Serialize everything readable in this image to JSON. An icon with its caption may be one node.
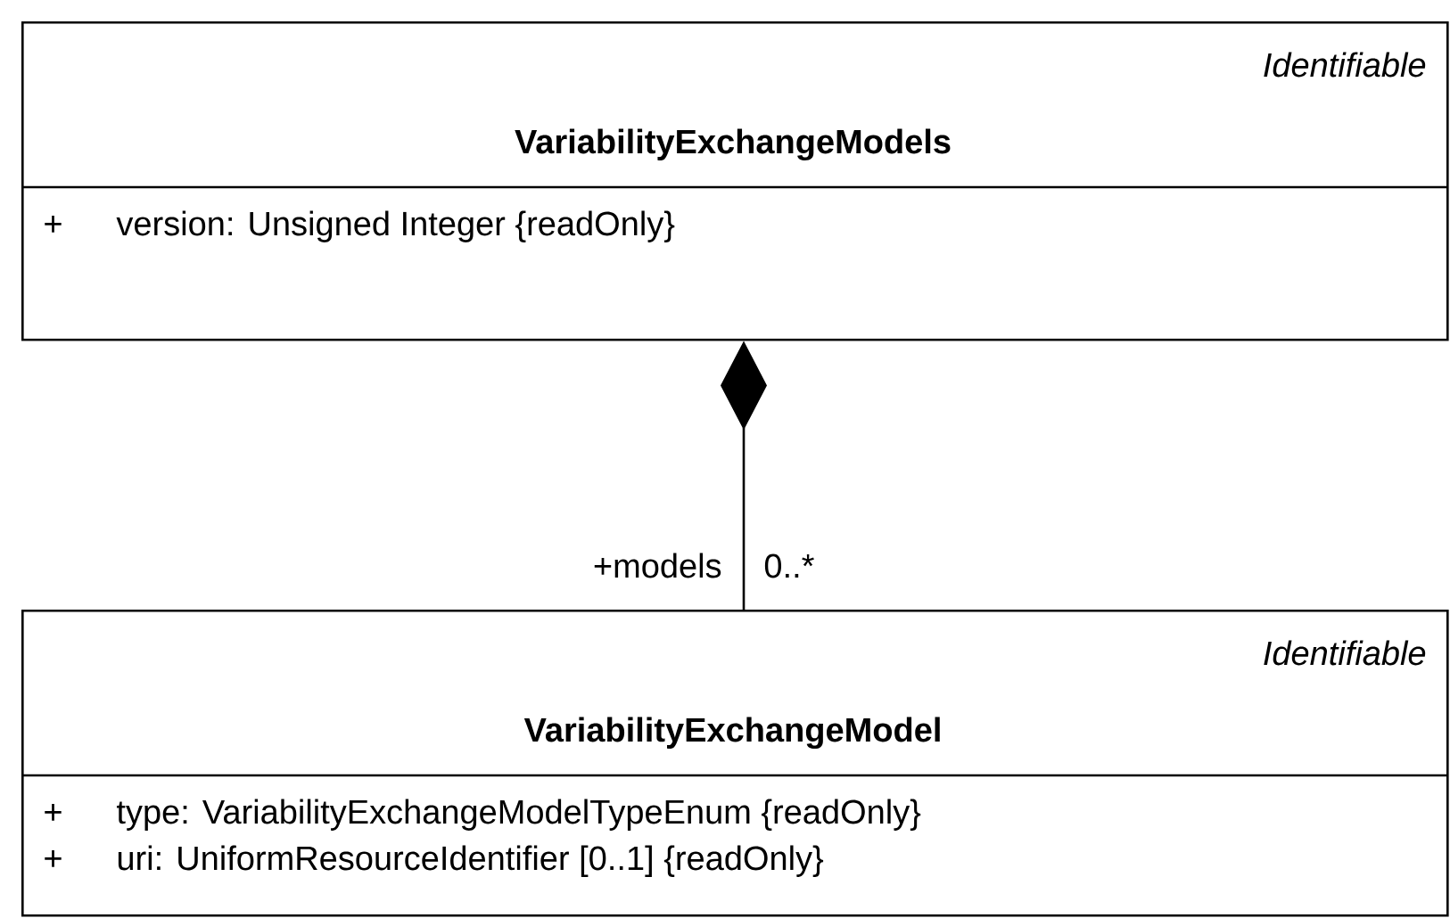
{
  "diagram": {
    "nodes": [
      {
        "text": [
          "Identifiable",
          "VariabilityExchangeModels",
          "+",
          "version: Unsigned Integer {readOnly}"
        ]
      },
      {
        "text": [
          "Identifiable",
          "VariabilityExchangeModel",
          "+",
          "type: VariabilityExchangeModelTypeEnum {readOnly}",
          "+",
          "uri: UniformResourceIdentifier [0..1] {readOnly}"
        ]
      }
    ],
    "edges": [
      {
        "from": 1,
        "to": 0,
        "arrow": "other"
      }
    ],
    "labels": [
      "+models",
      "0..*"
    ]
  }
}
